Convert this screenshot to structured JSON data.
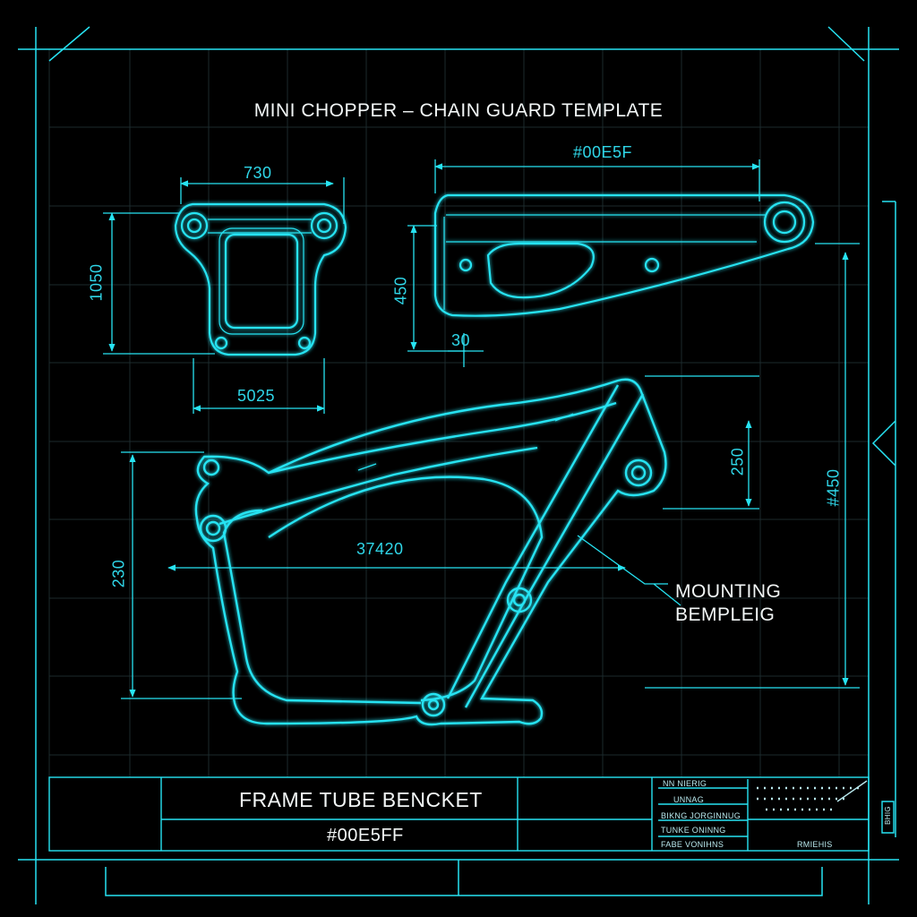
{
  "title": "MINI CHOPPER – CHAIN GUARD TEMPLATE",
  "colors": {
    "line": "#27e3f2",
    "glow": "#0ab6cc",
    "grid": "#1c2a2d",
    "text": "#2fd6e8",
    "white": "#f2f6f6"
  },
  "dimensions": {
    "d730": "730",
    "d1050": "1050",
    "d5025": "5025",
    "hex_top": "#00E5F",
    "d450": "450",
    "d30": "30",
    "d250": "250",
    "d450_right": "#450",
    "d230": "230",
    "d37420": "37420"
  },
  "callout": {
    "line1": "MOUNTING",
    "line2": "BEMPLEIG"
  },
  "title_block": {
    "name": "FRAME TUBE BENCKET",
    "code": "#00E5FF",
    "cells": [
      "NN NIERIG",
      "UNNAG",
      "BIKNG JORGINNUG",
      "TUNKE ONINNG",
      "FABE VONIHNS",
      "RMIEHIS"
    ],
    "side_tag": "BHIG"
  }
}
